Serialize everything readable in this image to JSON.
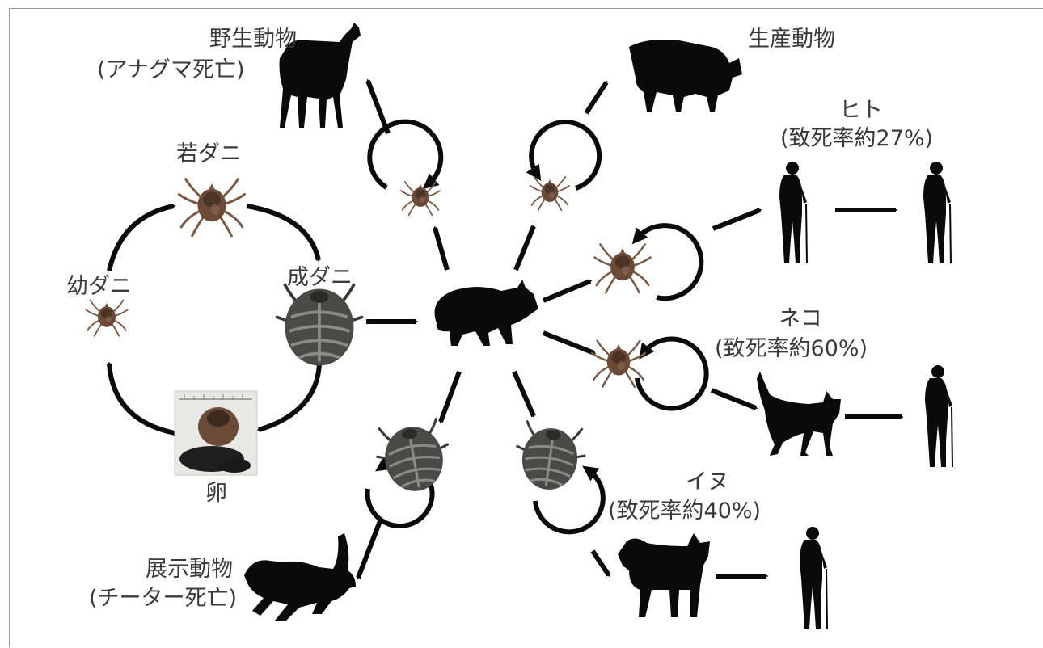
{
  "labels": {
    "wild_line1": "野生動物",
    "wild_line2": "(アナグマ死亡)",
    "livestock": "生産動物",
    "human_line1": "ヒト",
    "human_line2": "(致死率約27%)",
    "nymph": "若ダニ",
    "larva": "幼ダニ",
    "adult": "成ダニ",
    "egg": "卵",
    "cat_line1": "ネコ",
    "cat_line2": "(致死率約60%)",
    "dog_line1": "イヌ",
    "dog_line2": "(致死率約40%)",
    "zoo_line1": "展示動物",
    "zoo_line2": "(チーター死亡)"
  },
  "icons": {
    "deer": "deer-silhouette-icon",
    "cow": "cow-silhouette-icon",
    "raccoon_dog": "raccoon-dog-silhouette-icon",
    "cat": "cat-silhouette-icon",
    "dog": "dog-silhouette-icon",
    "cheetah": "cheetah-silhouette-icon",
    "elderly_person": "elderly-person-with-cane-icon",
    "tick": "tick-photo-icon",
    "egg_mass": "tick-egg-mass-photo-icon"
  },
  "colors": {
    "arrow": "#0a0a0a",
    "silhouette": "#0a0a0a",
    "text": "#3a3a3a",
    "tick_body": "#6b4a38"
  }
}
